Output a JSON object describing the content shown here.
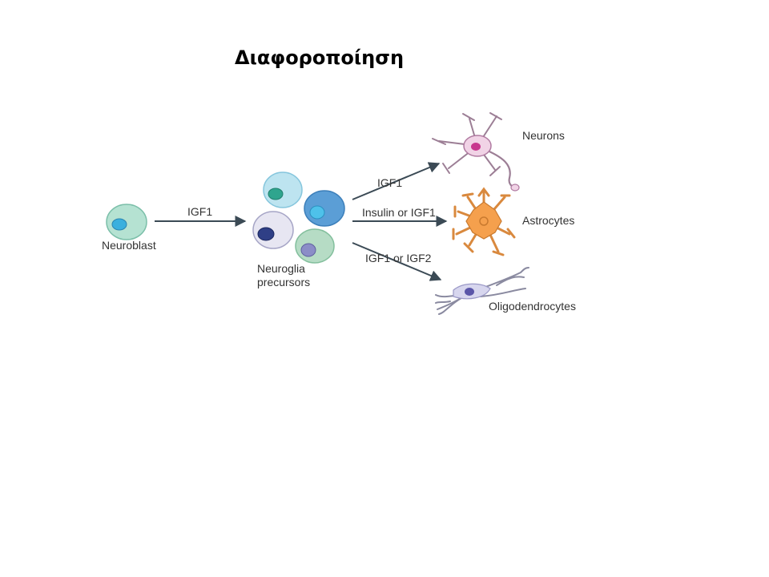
{
  "slide": {
    "title": "Διαφοροποίηση"
  },
  "diagram": {
    "labels": {
      "neuroblast": "Neuroblast",
      "precursors_line1": "Neuroglia",
      "precursors_line2": "precursors",
      "arrow_main": "IGF1",
      "arrow_neurons": "IGF1",
      "arrow_astrocytes": "Insulin or IGF1",
      "arrow_oligo": "IGF1 or IGF2",
      "neurons": "Neurons",
      "astrocytes": "Astrocytes",
      "oligodendrocytes": "Oligodendrocytes"
    },
    "colors": {
      "neuroblast_fill": "#b5e2d2",
      "neuroblast_nucleus": "#3ab0de",
      "precursor_light_blue": "#bde4f0",
      "precursor_teal_nucleus": "#2fa58e",
      "precursor_blue": "#5b9ed6",
      "precursor_blue_nucleus": "#4ec1ea",
      "precursor_lavender": "#e7e6f2",
      "precursor_dark_nucleus": "#2f3f86",
      "precursor_green": "#b6dcc5",
      "precursor_violet_nucleus": "#8b8dc7",
      "neuron_fill": "#f1d3e6",
      "neuron_nucleus": "#c8378e",
      "astrocyte_fill": "#f5a04d",
      "oligo_fill": "#d7d6ee",
      "oligo_nucleus": "#5a55a8",
      "arrow": "#3b4a55"
    }
  }
}
